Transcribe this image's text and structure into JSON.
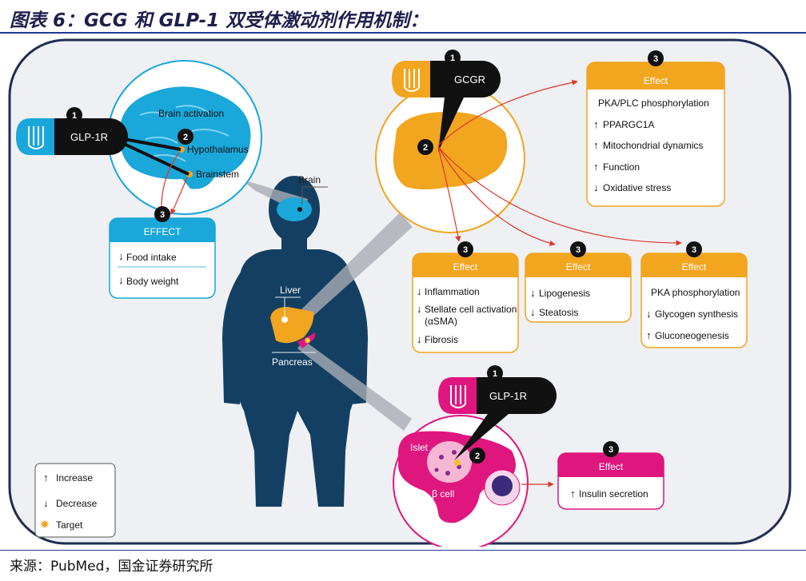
{
  "title": "图表 6：GCG 和 GLP-1 双受体激动剂作用机制：",
  "source": "来源：PubMed，国金证券研究所",
  "labels": {
    "brain": "Brain",
    "liver": "Liver",
    "pancreas": "Pancreas"
  },
  "brain_panel": {
    "receptor": "GLP-1R",
    "step1": "1",
    "step2": "2",
    "activation": "Brain activation",
    "region1": "Hypothalamus",
    "region2": "Brainstem",
    "effect": {
      "step": "3",
      "title": "EFFECT",
      "items": [
        {
          "arrow": "↓",
          "text": "Food intake"
        },
        {
          "arrow": "↓",
          "text": "Body weight"
        }
      ]
    }
  },
  "liver_panel": {
    "receptor": "GCGR",
    "step1": "1",
    "step2": "2",
    "effect_main": {
      "step": "3",
      "title": "Effect",
      "items": [
        {
          "arrow": "",
          "text": "PKA/PLC phosphorylation"
        },
        {
          "arrow": "↑",
          "text": "PPARGC1A"
        },
        {
          "arrow": "↑",
          "text": "Mitochondrial dynamics"
        },
        {
          "arrow": "↑",
          "text": "Function"
        },
        {
          "arrow": "↓",
          "text": "Oxidative stress"
        }
      ]
    },
    "effect_a": {
      "step": "3",
      "title": "Effect",
      "items": [
        {
          "arrow": "↓",
          "text": "Inflammation"
        },
        {
          "arrow": "↓",
          "text": "Stellate cell activation"
        },
        {
          "arrow": "",
          "text": "(αSMA)"
        },
        {
          "arrow": "↓",
          "text": "Fibrosis"
        }
      ]
    },
    "effect_b": {
      "step": "3",
      "title": "Effect",
      "items": [
        {
          "arrow": "↓",
          "text": "Lipogenesis"
        },
        {
          "arrow": "↓",
          "text": "Steatosis"
        }
      ]
    },
    "effect_c": {
      "step": "3",
      "title": "Effect",
      "items": [
        {
          "arrow": "",
          "text": "PKA phosphorylation"
        },
        {
          "arrow": "↓",
          "text": "Glycogen synthesis"
        },
        {
          "arrow": "↑",
          "text": "Gluconeogenesis"
        }
      ]
    }
  },
  "pancreas_panel": {
    "receptor": "GLP-1R",
    "step1": "1",
    "step2": "2",
    "islet": "Islet",
    "beta_cell": "β cell",
    "effect": {
      "step": "3",
      "title": "Effect",
      "items": [
        {
          "arrow": "↑",
          "text": "Insulin secretion"
        }
      ]
    }
  },
  "legend": {
    "items": [
      {
        "symbol": "↑",
        "text": "Increase"
      },
      {
        "symbol": "↓",
        "text": "Decrease"
      },
      {
        "symbol": "✸",
        "text": "Target"
      }
    ]
  },
  "colors": {
    "brain_blue": "#1aa7d9",
    "liver_orange": "#f2a51f",
    "pancreas_magenta": "#e0167f",
    "body_navy": "#133f63",
    "arrow_red": "#e0352b",
    "frame_navy": "#1f2d52"
  }
}
